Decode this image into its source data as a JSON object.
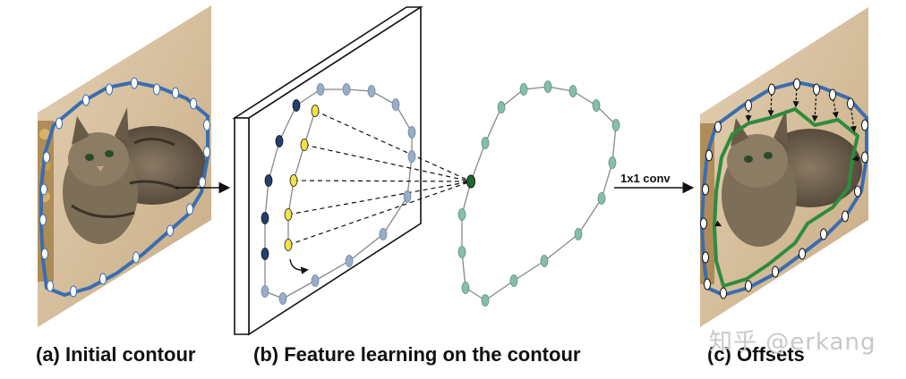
{
  "captions": {
    "a": "(a) Initial contour",
    "b": "(b) Feature learning on the contour",
    "c": "(c) Offsets"
  },
  "arrow_label": "1x1 conv",
  "watermark": "知乎 @erkang",
  "colors": {
    "contour_blue": "#3a6db0",
    "offset_contour_green": "#2e8b3e",
    "vertex_dark": "#23406e",
    "vertex_yellow": "#f2e24a",
    "vertex_faded": "#9aadc6",
    "vertex_teal": "#86bfa8",
    "center_vertex": "#1d6a2c",
    "fur_tan": "#9a8a72",
    "background_wall": "#d7c2a4"
  },
  "icons": [
    "cat-photo",
    "feature-map-plane",
    "right-arrow",
    "curved-arrow"
  ]
}
